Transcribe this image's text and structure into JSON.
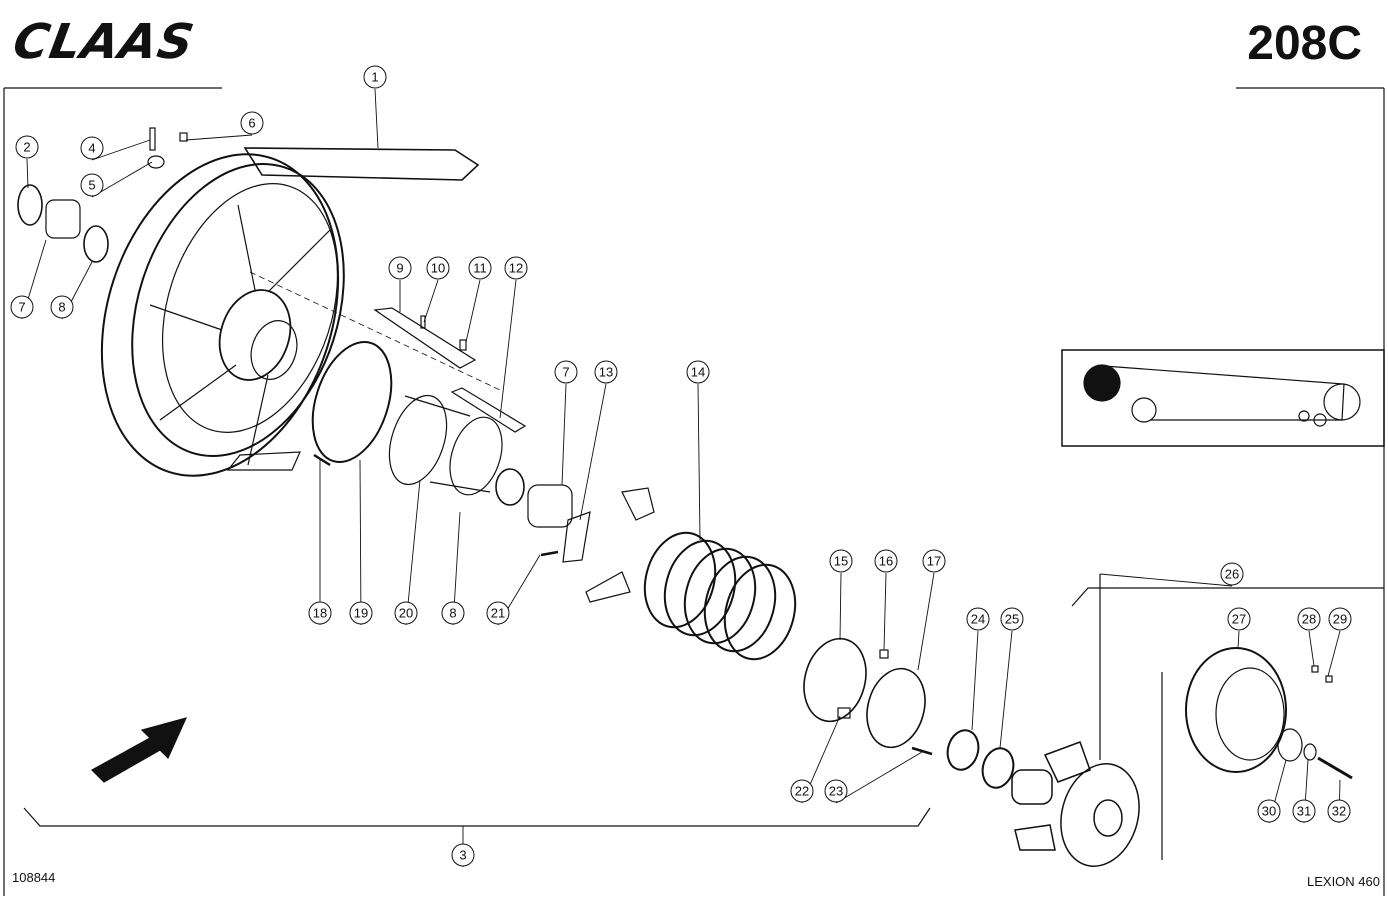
{
  "header": {
    "brand": "CLAAS",
    "page_code": "208C"
  },
  "footer": {
    "drawing_number": "108844",
    "model": "LEXION 460"
  },
  "callouts": [
    {
      "label": "1"
    },
    {
      "label": "2"
    },
    {
      "label": "3"
    },
    {
      "label": "4"
    },
    {
      "label": "5"
    },
    {
      "label": "6"
    },
    {
      "label": "7"
    },
    {
      "label": "8"
    },
    {
      "label": "9"
    },
    {
      "label": "10"
    },
    {
      "label": "11"
    },
    {
      "label": "12"
    },
    {
      "label": "7"
    },
    {
      "label": "13"
    },
    {
      "label": "14"
    },
    {
      "label": "15"
    },
    {
      "label": "16"
    },
    {
      "label": "17"
    },
    {
      "label": "18"
    },
    {
      "label": "19"
    },
    {
      "label": "20"
    },
    {
      "label": "8"
    },
    {
      "label": "21"
    },
    {
      "label": "22"
    },
    {
      "label": "23"
    },
    {
      "label": "24"
    },
    {
      "label": "25"
    },
    {
      "label": "26"
    },
    {
      "label": "27"
    },
    {
      "label": "28"
    },
    {
      "label": "29"
    },
    {
      "label": "30"
    },
    {
      "label": "31"
    },
    {
      "label": "32"
    }
  ]
}
